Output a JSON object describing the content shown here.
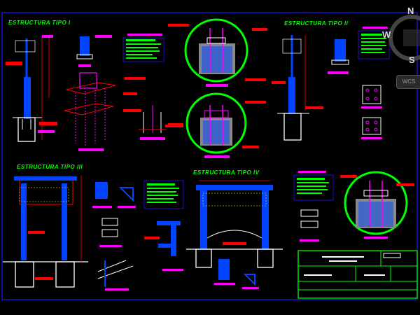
{
  "drawing": {
    "background": "#000000",
    "colors": {
      "frame": "#1a1aff",
      "titles": "#00ff00",
      "columns": "#0044ff",
      "dimensions": "#ff0000",
      "labels": "#ff00ff",
      "foundation": "#ffffff",
      "detail_circles": "#00ff00",
      "note_boxes": "#00ff00",
      "hatch": "#c0c0c0",
      "anchors": "#ff00ff"
    },
    "sections": [
      {
        "title": "ESTRUCTURA TIPO I"
      },
      {
        "title": "ESTRUCTURA TIPO II"
      },
      {
        "title": "ESTRUCTURA TIPO III"
      },
      {
        "title": "ESTRUCTURA TIPO IV"
      }
    ]
  },
  "viewcube": {
    "north": "N",
    "west": "W",
    "south": "S",
    "chip": "WCS"
  },
  "title_block": {
    "icon": "title-block-grid"
  }
}
